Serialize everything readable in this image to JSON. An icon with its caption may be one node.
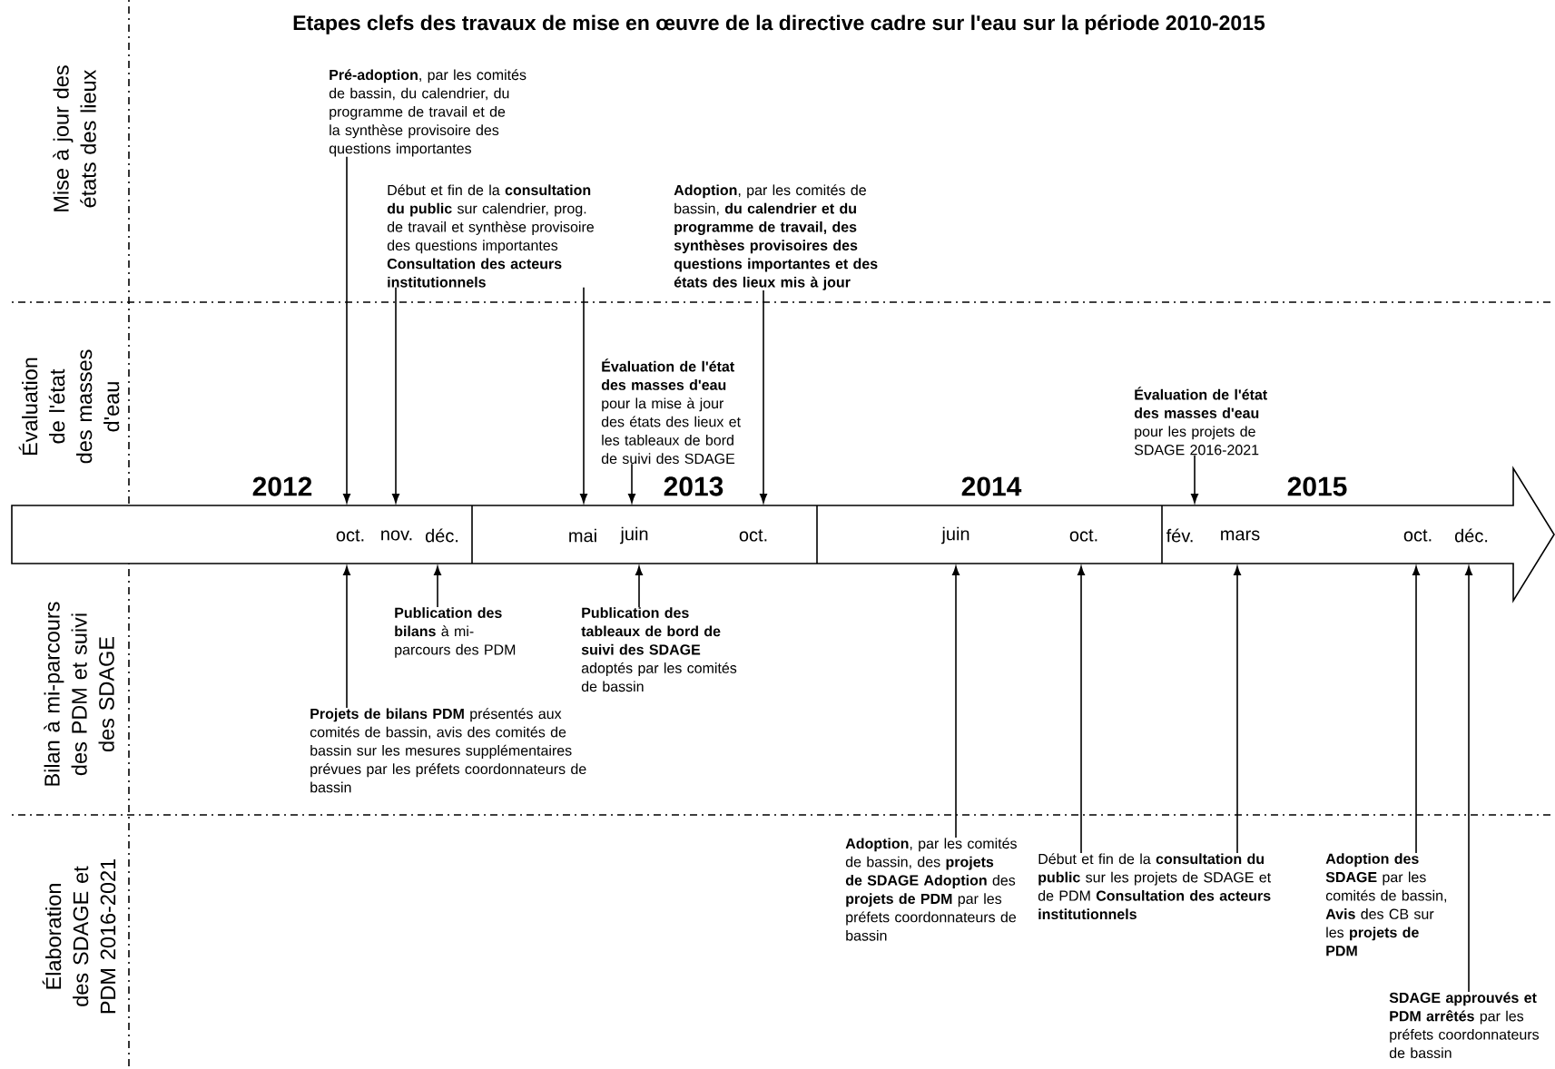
{
  "diagram": {
    "title": "Etapes clefs des travaux de mise en œuvre de la directive cadre sur l'eau sur la période 2010-2015",
    "nodes": [
      {
        "text": [
          "**Pré-adoption**, par les comités de bassin, du calendrier, du programme de travail et de la synthèse provisoire des questions importantes"
        ]
      },
      {
        "text": [
          "Début et fin de la **consultation du public** sur calendrier, prog. de travail et synthèse provisoire des questions importantes **Consultation des acteurs institutionnels**"
        ]
      },
      {
        "text": [
          "**Adoption**, par les comités de bassin, **du calendrier et du programme de travail, des synthèses provisoires des questions importantes et des états des lieux mis à jour**"
        ]
      },
      {
        "text": [
          "**Évaluation de l'état des masses d'eau** pour la mise à jour des états des lieux et les tableaux de bord de suivi des SDAGE"
        ]
      },
      {
        "text": [
          "**Évaluation de l'état des masses d'eau** pour les projets de SDAGE 2016-2021"
        ]
      },
      {
        "text": [
          "**Projets de bilans PDM** présentés aux comités de bassin, avis des comités de bassin sur les mesures supplémentaires prévues par les préfets coordonnateurs de bassin"
        ]
      },
      {
        "text": [
          "**Publication des bilans** à mi-parcours des PDM"
        ]
      },
      {
        "text": [
          "**Publication des tableaux de bord de suivi des SDAGE** adoptés par les comités de bassin"
        ]
      },
      {
        "text": [
          "**Adoption**, par les comités de bassin, des **projets de SDAGE Adoption** des **projets de PDM** par les préfets coordonnateurs de bassin"
        ]
      },
      {
        "text": [
          "Début et fin de la **consultation du public** sur les projets de SDAGE et de PDM **Consultation des acteurs institutionnels**"
        ]
      },
      {
        "text": [
          "**Adoption des SDAGE** par les comités de bassin, **Avis** des CB sur les **projets de PDM**"
        ]
      },
      {
        "text": [
          "**SDAGE approuvés et PDM arrêtés** par les préfets coordonnateurs de bassin"
        ]
      }
    ],
    "edges": [
      {
        "from": 0,
        "to": null,
        "arrow": "to"
      },
      {
        "from": 1,
        "to": null,
        "arrow": "to"
      },
      {
        "from": 1,
        "to": null,
        "arrow": "to"
      },
      {
        "from": 3,
        "to": null,
        "arrow": "to"
      },
      {
        "from": 2,
        "to": null,
        "arrow": "to"
      },
      {
        "from": 4,
        "to": null,
        "arrow": "to"
      },
      {
        "from": 5,
        "to": null,
        "arrow": "to"
      },
      {
        "from": 6,
        "to": null,
        "arrow": "to"
      },
      {
        "from": 7,
        "to": null,
        "arrow": "to"
      },
      {
        "from": 8,
        "to": null,
        "arrow": "to"
      },
      {
        "from": 9,
        "to": null,
        "arrow": "to"
      },
      {
        "from": 9,
        "to": null,
        "arrow": "to"
      },
      {
        "from": 10,
        "to": null,
        "arrow": "to"
      },
      {
        "from": 11,
        "to": null,
        "arrow": "to"
      }
    ],
    "labels": [
      "Mise à jour des états des lieux",
      "Évaluation de l'état des masses d'eau",
      "Bilan à mi-parcours des PDM et suivi des SDAGE",
      "Élaboration des SDAGE et PDM 2016-2021",
      "2012",
      "2013",
      "2014",
      "2015",
      "oct.",
      "nov.",
      "déc.",
      "mai",
      "juin",
      "oct.",
      "juin",
      "oct.",
      "fév.",
      "mars",
      "oct.",
      "déc."
    ]
  }
}
